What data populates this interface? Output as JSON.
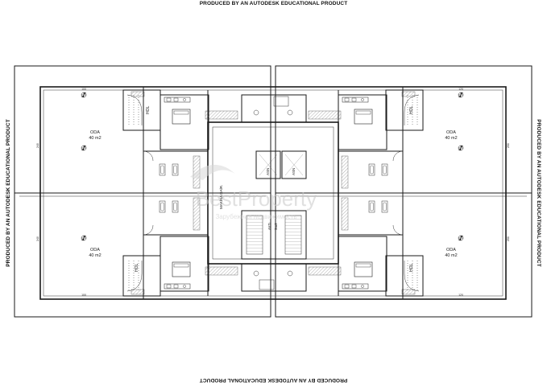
{
  "stamps": {
    "top": "PRODUCED BY AN AUTODESK EDUCATIONAL PRODUCT",
    "bottom": "PRODUCED BY AN AUTODESK EDUCATIONAL PRODUCT",
    "left": "PRODUCED BY AN AUTODESK EDUCATIONAL PRODUCT",
    "right": "PRODUCED BY AN AUTODESK EDUCATIONAL PRODUCT"
  },
  "rooms": {
    "tl": {
      "name": "ODA",
      "area": "40 m2"
    },
    "tr": {
      "name": "ODA",
      "area": "40 m2"
    },
    "bl": {
      "name": "ODA",
      "area": "40 m2"
    },
    "br": {
      "name": "ODA",
      "area": "40 m2"
    }
  },
  "labels": {
    "hol_tl": "HOL",
    "hol_tr": "HOL",
    "hol_bl": "HOL",
    "hol_br": "HOL",
    "lift_a": "ASN",
    "lift_b": "ASN",
    "machine_room": "MAKİNA DAİR.",
    "hall_name": "AYD.",
    "hall_area": "3m2",
    "dim_a": "100",
    "dim_b": "120",
    "dim_c": "240",
    "dim_d": "250"
  },
  "watermark": {
    "brand": "BestProperty",
    "tagline": "Зарубежная недвижимость"
  }
}
